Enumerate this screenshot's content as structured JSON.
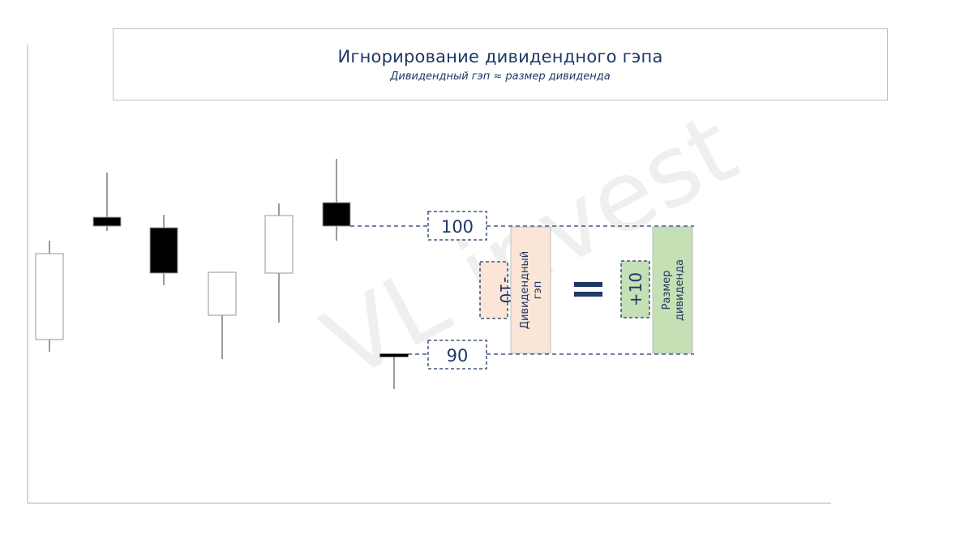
{
  "header": {
    "title": "Игнорирование дивидендного гэпа",
    "subtitle": "Дивидендный гэп ≈ размер дивиденда"
  },
  "levels": {
    "top_label": "100",
    "bottom_label": "90"
  },
  "gap": {
    "delta_label": "-10",
    "bar_label_line1": "Дивидендный",
    "bar_label_line2": "гэп",
    "color": "#fbe5d6"
  },
  "dividend": {
    "delta_label": "+10",
    "bar_label_line1": "Размер",
    "bar_label_line2": "дивиденда",
    "color": "#c5e0b4"
  },
  "equals_sign": "=",
  "watermark": "VL invest",
  "candles": [
    {
      "color": "white",
      "open": 3,
      "close": 23
    },
    {
      "color": "black",
      "open": 31,
      "close": 29
    },
    {
      "color": "black",
      "open": 26.6,
      "close": 15.8
    },
    {
      "color": "white",
      "open": 16,
      "close": 6
    },
    {
      "color": "white",
      "open": 15.8,
      "close": 29.2
    },
    {
      "color": "black",
      "open": 32.6,
      "close": 27
    },
    {
      "color": "black",
      "open": -3,
      "close": -3.4
    }
  ]
}
